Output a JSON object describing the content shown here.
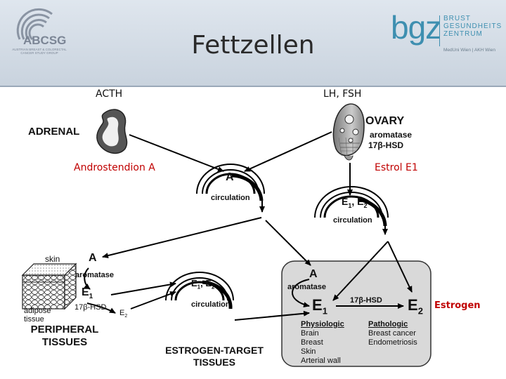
{
  "header": {
    "title": "Fettzellen",
    "left_logo": {
      "name": "ABCSG",
      "subtitle": "AUSTRIAN BREAST & COLORECTAL CANCER STUDY GROUP"
    },
    "right_logo": {
      "mark": "bgz",
      "lines": [
        "BRUST",
        "GESUNDHEITS",
        "ZENTRUM"
      ],
      "subtitle": "MedUni Wien | AKH Wien"
    }
  },
  "annotations": {
    "acth": "ACTH",
    "lh_fsh": "LH, FSH",
    "androstendion": "Androstendion A",
    "estrol": "Estrol E1",
    "estrogen": "Estrogen"
  },
  "diagram": {
    "adrenal": "ADRENAL",
    "ovary": "OVARY",
    "ovary_enzyme1": "aromatase",
    "ovary_enzyme2": "17β-HSD",
    "circ1_hormone": "A",
    "circulation": "circulation",
    "circ2_hormone": "E1, E2",
    "circ2_e1": "E",
    "circ2_e1_sub": "1",
    "circ2_sep": ",",
    "circ2_e2": "E",
    "circ2_e2_sub": "2",
    "peripheral": {
      "skin": "skin",
      "adipose": "adipose",
      "tissue": "tissue",
      "A": "A",
      "aromatase": "aromatase",
      "E1": "E",
      "E1_sub": "1",
      "hsd": "17β-HSD",
      "E2": "E",
      "E2_sub": "2",
      "title1": "PERIPHERAL",
      "title2": "TISSUES"
    },
    "circ3_e1": "E",
    "circ3_e1_sub": "1",
    "circ3_sep": ",",
    "circ3_e2": "E",
    "circ3_e2_sub": "2",
    "target_title1": "ESTROGEN-TARGET",
    "target_title2": "TISSUES",
    "target": {
      "A": "A",
      "aromatase": "aromatase",
      "E1": "E",
      "E1_sub": "1",
      "hsd": "17β-HSD",
      "E2": "E",
      "E2_sub": "2",
      "physiologic_title": "Physiologic",
      "physiologic": [
        "Brain",
        "Breast",
        "Skin",
        "Arterial wall"
      ],
      "pathologic_title": "Pathologic",
      "pathologic": [
        "Breast cancer",
        "Endometriosis"
      ]
    }
  },
  "colors": {
    "accent_red": "#c00000",
    "header_bg": "#d3dbe5",
    "bgz_blue": "#3e8fb0",
    "box_bg": "#d9d9d9"
  }
}
